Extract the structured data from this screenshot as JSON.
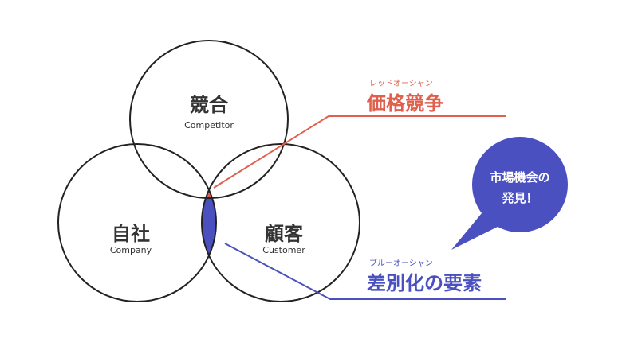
{
  "colors": {
    "red": "#E0604D",
    "blue": "#4A50C0",
    "outline": "#222222",
    "text": "#333333"
  },
  "circles": {
    "competitor": {
      "title": "競合",
      "subtitle": "Competitor"
    },
    "company": {
      "title": "自社",
      "subtitle": "Company"
    },
    "customer": {
      "title": "顧客",
      "subtitle": "Customer"
    }
  },
  "red_ocean": {
    "ruby": "レッドオーシャン",
    "title": "価格競争"
  },
  "blue_ocean": {
    "ruby": "ブルーオーシャン",
    "title": "差別化の要素"
  },
  "bubble": {
    "line1": "市場機会の",
    "line2": "発見！"
  }
}
